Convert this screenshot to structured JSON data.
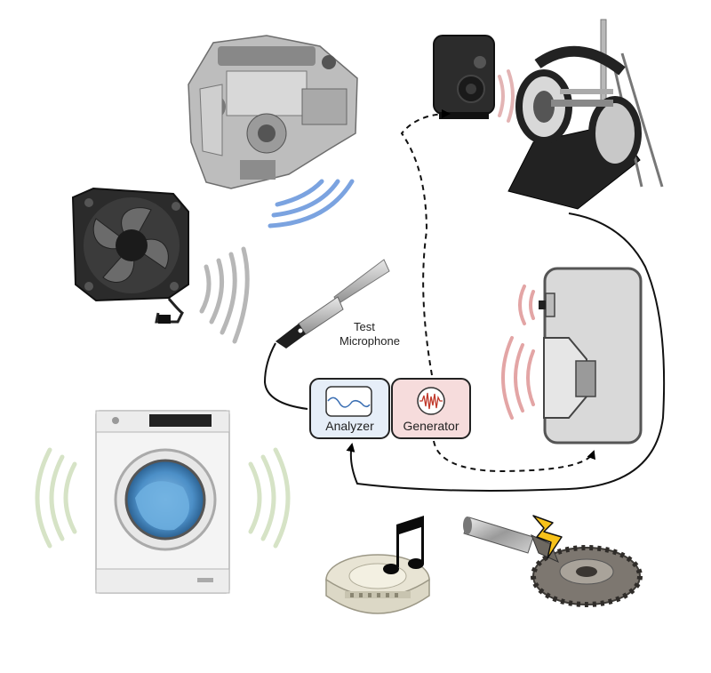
{
  "labels": {
    "mic_line1": "Test",
    "mic_line2": "Microphone",
    "analyzer": "Analyzer",
    "generator": "Generator"
  },
  "colors": {
    "analyzer_fill": "#e6eef8",
    "generator_fill": "#f6dcdc",
    "engine_waves": "#7ba3e0",
    "fan_waves": "#b7b7b7",
    "washer_waves": "#d6e3c6",
    "speaker_waves": "#e3a5a5",
    "headphone_waves": "#e3b4b4",
    "box_stroke": "#222222"
  },
  "icons": [
    "diesel-engine-image",
    "computer-fan-image",
    "washing-machine-image",
    "smoke-detector-image",
    "music-note-icon",
    "bevel-gear-image",
    "lightning-icon",
    "studio-monitor-image",
    "headphone-test-fixture-image",
    "loudspeaker-enclosure-image",
    "test-microphone-image"
  ]
}
